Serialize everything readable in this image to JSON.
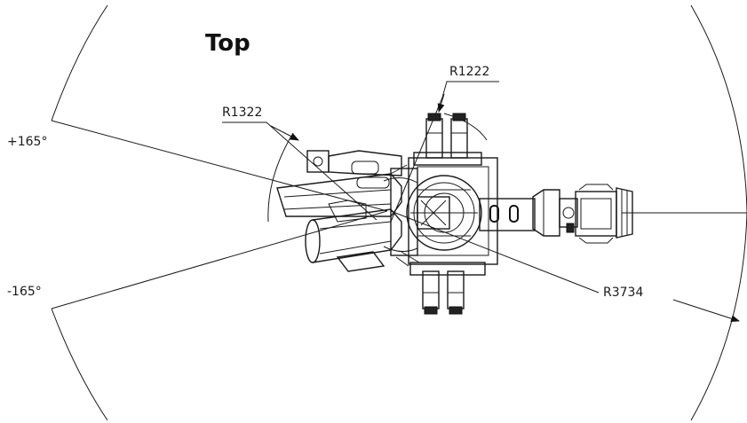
{
  "view_title": "Top",
  "labels": {
    "angle_positive": "+165°",
    "angle_negative": "-165°",
    "radius_inner": "R1322",
    "radius_upper": "R1222",
    "radius_outer": "R3734"
  },
  "colors": {
    "line": "#1a1a1a",
    "background": "#ffffff"
  }
}
